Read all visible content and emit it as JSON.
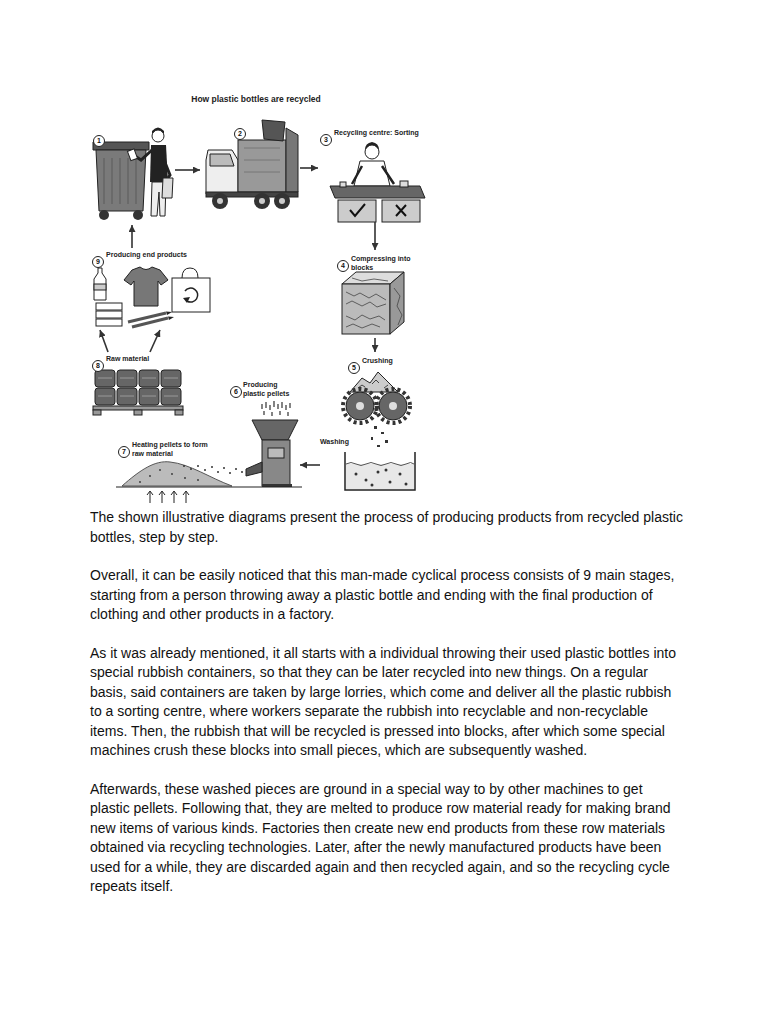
{
  "diagram": {
    "title": "How plastic bottles are recycled",
    "nodes": [
      {
        "text": [
          "1"
        ]
      },
      {
        "text": [
          "2"
        ]
      },
      {
        "text": [
          "3",
          "Recycling centre: Sorting"
        ]
      },
      {
        "text": [
          "4",
          "Compressing into blocks"
        ]
      },
      {
        "text": [
          "5",
          "Crushing",
          "Washing"
        ]
      },
      {
        "text": [
          "6",
          "Producing plastic pellets"
        ]
      },
      {
        "text": [
          "7",
          "Heating pellets to form raw material"
        ]
      },
      {
        "text": [
          "8",
          "Raw material"
        ]
      },
      {
        "text": [
          "9",
          "Producing end products"
        ]
      }
    ],
    "edges": [
      {
        "from": 0,
        "to": 1,
        "arrow": "to"
      },
      {
        "from": 1,
        "to": 2,
        "arrow": "to"
      },
      {
        "from": 2,
        "to": 3,
        "arrow": "to"
      },
      {
        "from": 3,
        "to": 4,
        "arrow": "to"
      },
      {
        "from": 4,
        "to": 5,
        "arrow": "to"
      },
      {
        "from": 7,
        "to": 8,
        "arrow": "to"
      },
      {
        "from": 7,
        "to": 8,
        "arrow": "to"
      },
      {
        "from": 8,
        "to": 0,
        "arrow": "to"
      }
    ],
    "labels": [
      "The shown illustrative diagrams present the process of producing products from recycled plastic bottles, step by step.",
      "Overall, it can be easily noticed that this man-made cyclical process consists of 9 main stages, starting from a person throwing away a plastic bottle and ending with the final production of clothing and other products in a factory.",
      "As it was already mentioned, it all starts with a individual throwing their used plastic bottles into special rubbish containers, so that they can be later recycled into new things. On a regular basis, said containers are taken by large lorries, which come and deliver all the plastic rubbish to a sorting centre, where workers separate the rubbish into recyclable and non-recyclable items. Then, the rubbish that will be recycled is pressed into blocks, after which some special machines crush these blocks into small pieces, which are subsequently washed.",
      "Afterwards, these washed pieces are ground in a special way to by other machines to get plastic pellets. Following that, they are melted to produce row material ready for making brand new items of various kinds. Factories then create new end products from these row materials obtained via recycling technologies. Later, after the newly manufactured products have been used for a while, they are discarded again and then recycled again, and so the recycling cycle repeats itself."
    ]
  }
}
